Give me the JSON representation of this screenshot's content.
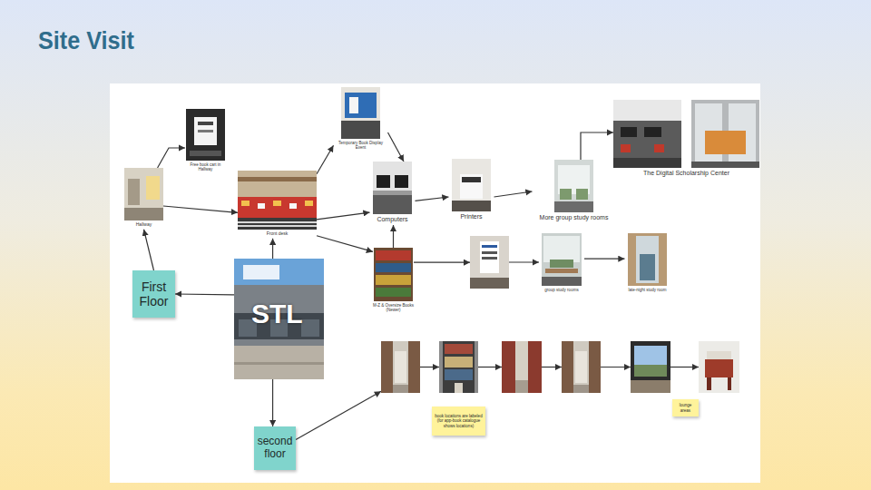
{
  "diagram": {
    "title": "Site Visit",
    "nodes": [
      {
        "text": [
          "STL"
        ]
      },
      {
        "text": [
          "First Floor"
        ]
      },
      {
        "text": [
          "Hallway"
        ]
      },
      {
        "text": [
          "Free book cart in Hallway"
        ]
      },
      {
        "text": [
          "Front desk"
        ]
      },
      {
        "text": [
          "Temporary Book Display Event"
        ]
      },
      {
        "text": [
          "Computers"
        ]
      },
      {
        "text": [
          "Printers"
        ]
      },
      {
        "text": [
          "More group study rooms"
        ]
      },
      {
        "text": [
          "The Digital Scholarship Center"
        ]
      },
      {
        "text": [
          "M-Z & Oversize Books (Newer)"
        ]
      },
      {
        "text": []
      },
      {
        "text": [
          "group study rooms"
        ]
      },
      {
        "text": [
          "late-night study room"
        ]
      },
      {
        "text": [
          "second floor"
        ]
      },
      {
        "text": []
      },
      {
        "text": []
      },
      {
        "text": []
      },
      {
        "text": []
      },
      {
        "text": []
      },
      {
        "text": []
      },
      {
        "text": [
          "book locations are labeled (for app-book catalogue shows locations)"
        ]
      },
      {
        "text": [
          "lounge areas"
        ]
      }
    ],
    "edges": [
      {
        "from": 0,
        "to": 1,
        "arrow": "to"
      },
      {
        "from": 1,
        "to": 2,
        "arrow": "to"
      },
      {
        "from": 2,
        "to": 3,
        "arrow": "to"
      },
      {
        "from": 2,
        "to": 4,
        "arrow": "to"
      },
      {
        "from": 0,
        "to": 4,
        "arrow": "to"
      },
      {
        "from": 4,
        "to": 5,
        "arrow": "to"
      },
      {
        "from": 5,
        "to": 6,
        "arrow": "to"
      },
      {
        "from": 4,
        "to": 6,
        "arrow": "to"
      },
      {
        "from": 4,
        "to": 10,
        "arrow": "to"
      },
      {
        "from": 10,
        "to": 6,
        "arrow": "to"
      },
      {
        "from": 6,
        "to": 7,
        "arrow": "to"
      },
      {
        "from": 7,
        "to": 8,
        "arrow": "to"
      },
      {
        "from": 8,
        "to": 9,
        "arrow": "to"
      },
      {
        "from": 10,
        "to": 11,
        "arrow": "to"
      },
      {
        "from": 11,
        "to": 12,
        "arrow": "to"
      },
      {
        "from": 12,
        "to": 13,
        "arrow": "to"
      },
      {
        "from": 0,
        "to": 14,
        "arrow": "to"
      },
      {
        "from": 14,
        "to": 15,
        "arrow": "to"
      },
      {
        "from": 15,
        "to": 16,
        "arrow": "to"
      },
      {
        "from": 16,
        "to": 17,
        "arrow": "to"
      },
      {
        "from": 17,
        "to": 18,
        "arrow": "to"
      },
      {
        "from": 18,
        "to": 19,
        "arrow": "to"
      },
      {
        "from": 19,
        "to": 20,
        "arrow": "to"
      }
    ]
  }
}
